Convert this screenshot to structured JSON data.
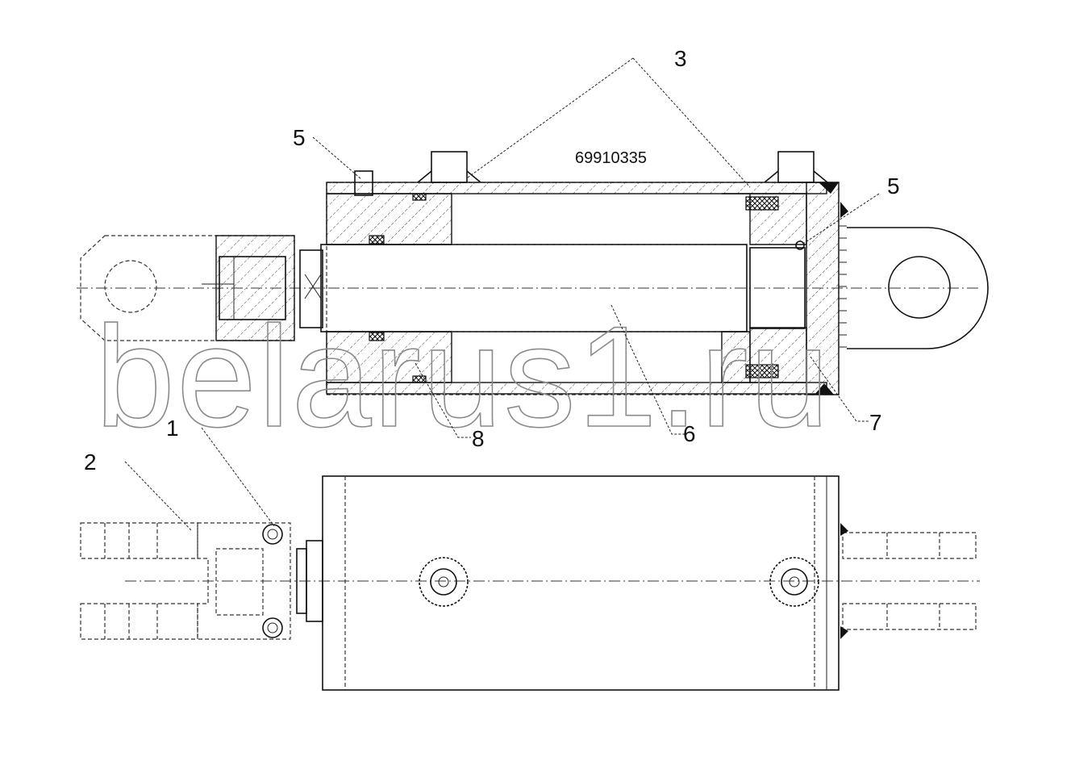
{
  "drawing": {
    "part_number": "69910335",
    "watermark": "belarus1.ru",
    "callouts": {
      "c1": "1",
      "c2": "2",
      "c3": "3",
      "c5a": "5",
      "c5b": "5",
      "c6": "6",
      "c7": "7",
      "c8": "8"
    }
  }
}
